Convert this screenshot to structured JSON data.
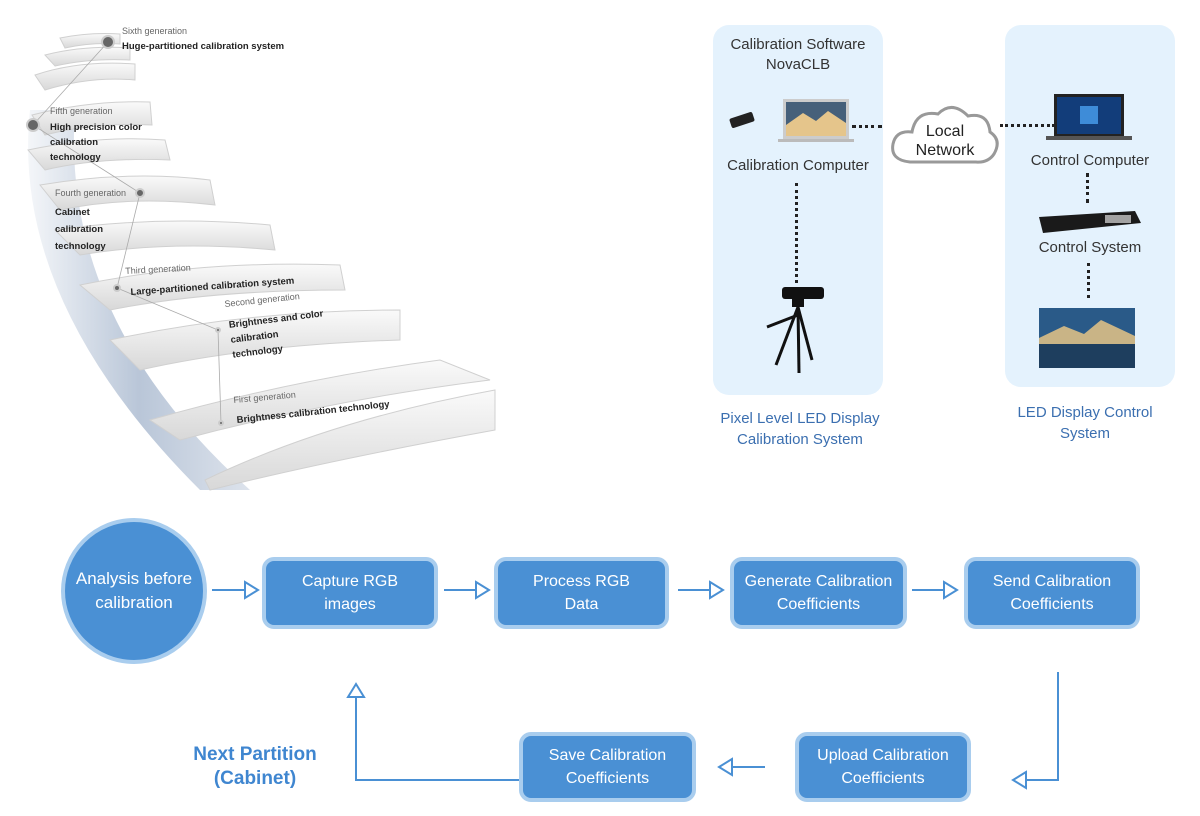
{
  "staircase": {
    "generations": [
      {
        "label": "Sixth generation",
        "title": "Huge-partitioned calibration system"
      },
      {
        "label": "Fifth generation",
        "title": "High precision color calibration technology"
      },
      {
        "label": "Fourth generation",
        "title": "Cabinet calibration technology"
      },
      {
        "label": "Third generation",
        "title": "Large-partitioned calibration system"
      },
      {
        "label": "Second generation",
        "title": "Brightness and color calibration technology"
      },
      {
        "label": "First generation",
        "title": "Brightness calibration technology"
      }
    ]
  },
  "network": {
    "left_panel": {
      "software_line1": "Calibration Software",
      "software_line2": "NovaCLB",
      "computer_label": "Calibration Computer",
      "caption_line1": "Pixel Level LED Display",
      "caption_line2": "Calibration System"
    },
    "cloud": {
      "line1": "Local",
      "line2": "Network"
    },
    "right_panel": {
      "computer_label": "Control Computer",
      "system_label": "Control System",
      "caption_line1": "LED Display Control",
      "caption_line2": "System"
    }
  },
  "flow": {
    "start": "Analysis before calibration",
    "steps": [
      "Capture RGB images",
      "Process RGB Data",
      "Generate Calibration Coefficients",
      "Send Calibration Coefficients",
      "Upload Calibration Coefficients",
      "Save Calibration Coefficients"
    ],
    "loop_label_line1": "Next Partition",
    "loop_label_line2": "(Cabinet)"
  },
  "colors": {
    "node_fill": "#4a90d4",
    "node_border": "#a9cdee",
    "panel": "#e4f2fd",
    "caption": "#3b6fb0"
  }
}
